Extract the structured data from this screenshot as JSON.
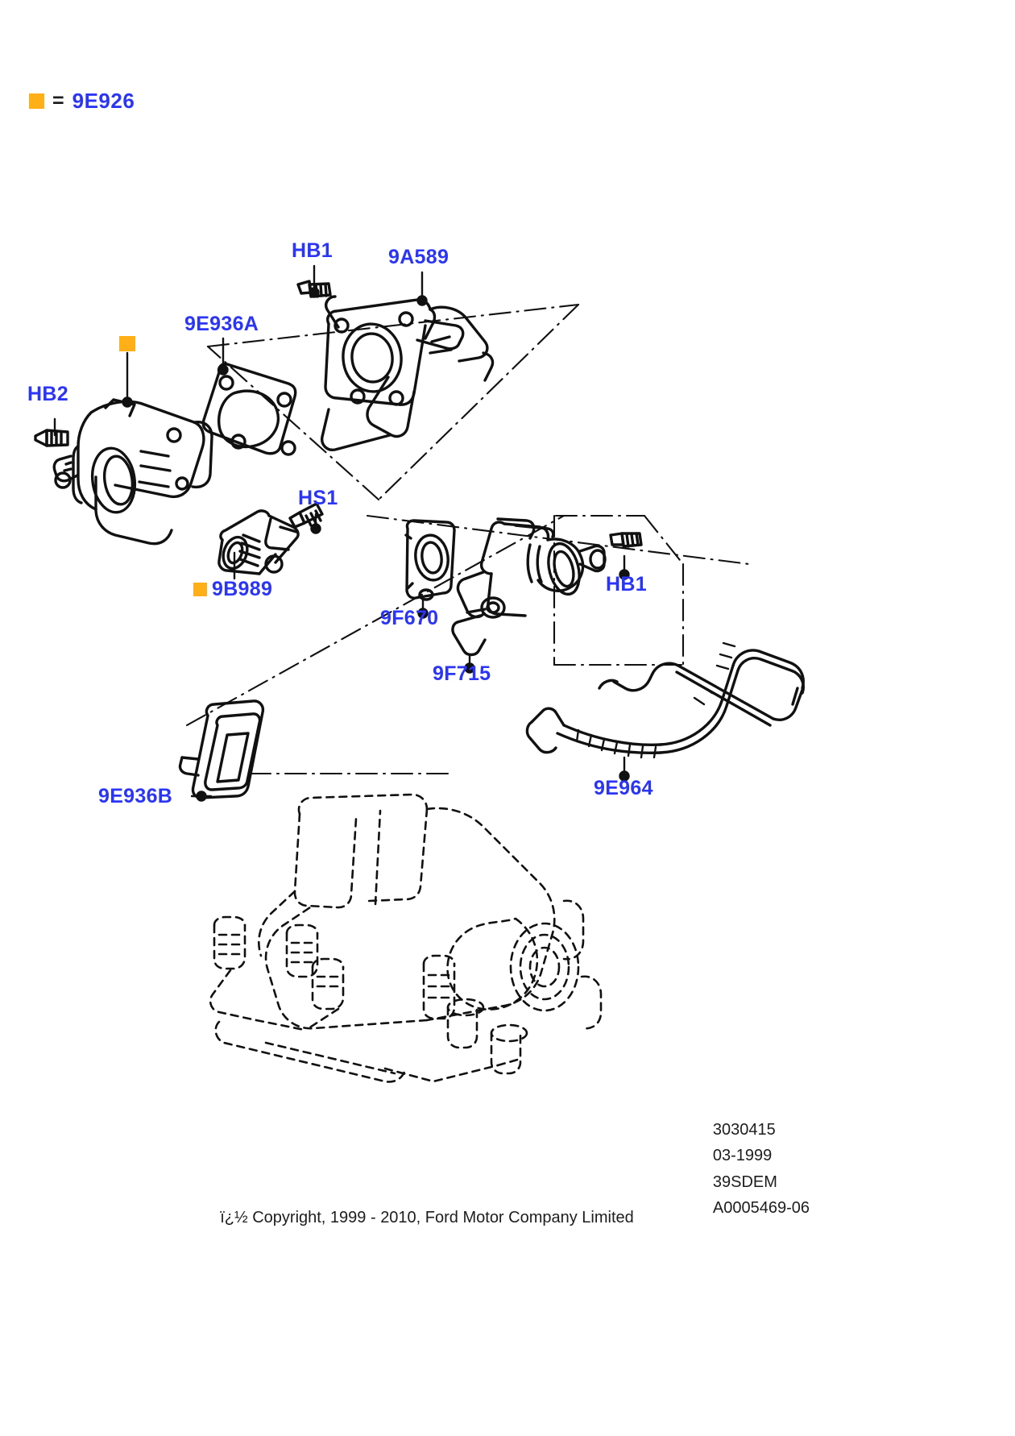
{
  "legend": {
    "marker_color": "#FFAF17",
    "equals": "=",
    "code": "9E926"
  },
  "colors": {
    "label_blue": "#2B35F5",
    "marker_orange": "#FFAF17",
    "line_black": "#111111",
    "text_black": "#1d1d1d"
  },
  "labels": {
    "hb1_top": "HB1",
    "p9a589": "9A589",
    "p9e936a": "9E936A",
    "hb2": "HB2",
    "hs1": "HS1",
    "p9b989": "9B989",
    "p9f670": "9F670",
    "p9f715": "9F715",
    "hb1_right": "HB1",
    "p9e964": "9E964",
    "p9e936b": "9E936B"
  },
  "footer": {
    "drawing_number": "3030415",
    "date": "03-1999",
    "code": "39SDEM",
    "figure_id": "A0005469-06",
    "copyright": "ï¿½ Copyright, 1999 - 2010, Ford Motor Company Limited"
  },
  "diagram": {
    "title_implied": "Throttle body and EGR valve assembly exploded view",
    "parts": [
      {
        "code": "9E926",
        "marked": true,
        "note": "orange-marked service item"
      },
      {
        "code": "HB1",
        "note": "bolt, upper throttle body"
      },
      {
        "code": "9A589",
        "note": "throttle body housing with bracket"
      },
      {
        "code": "9E936A",
        "note": "gasket, throttle body"
      },
      {
        "code": "HB2",
        "note": "bolt, left side"
      },
      {
        "code": "HS1",
        "note": "screw, sensor"
      },
      {
        "code": "9B989",
        "marked": true,
        "note": "throttle position sensor"
      },
      {
        "code": "9F670",
        "note": "gasket, EGR valve"
      },
      {
        "code": "9F715",
        "note": "EGR valve"
      },
      {
        "code": "9E964",
        "note": "vacuum hose"
      },
      {
        "code": "9E936B",
        "note": "gasket, intake manifold"
      }
    ]
  }
}
